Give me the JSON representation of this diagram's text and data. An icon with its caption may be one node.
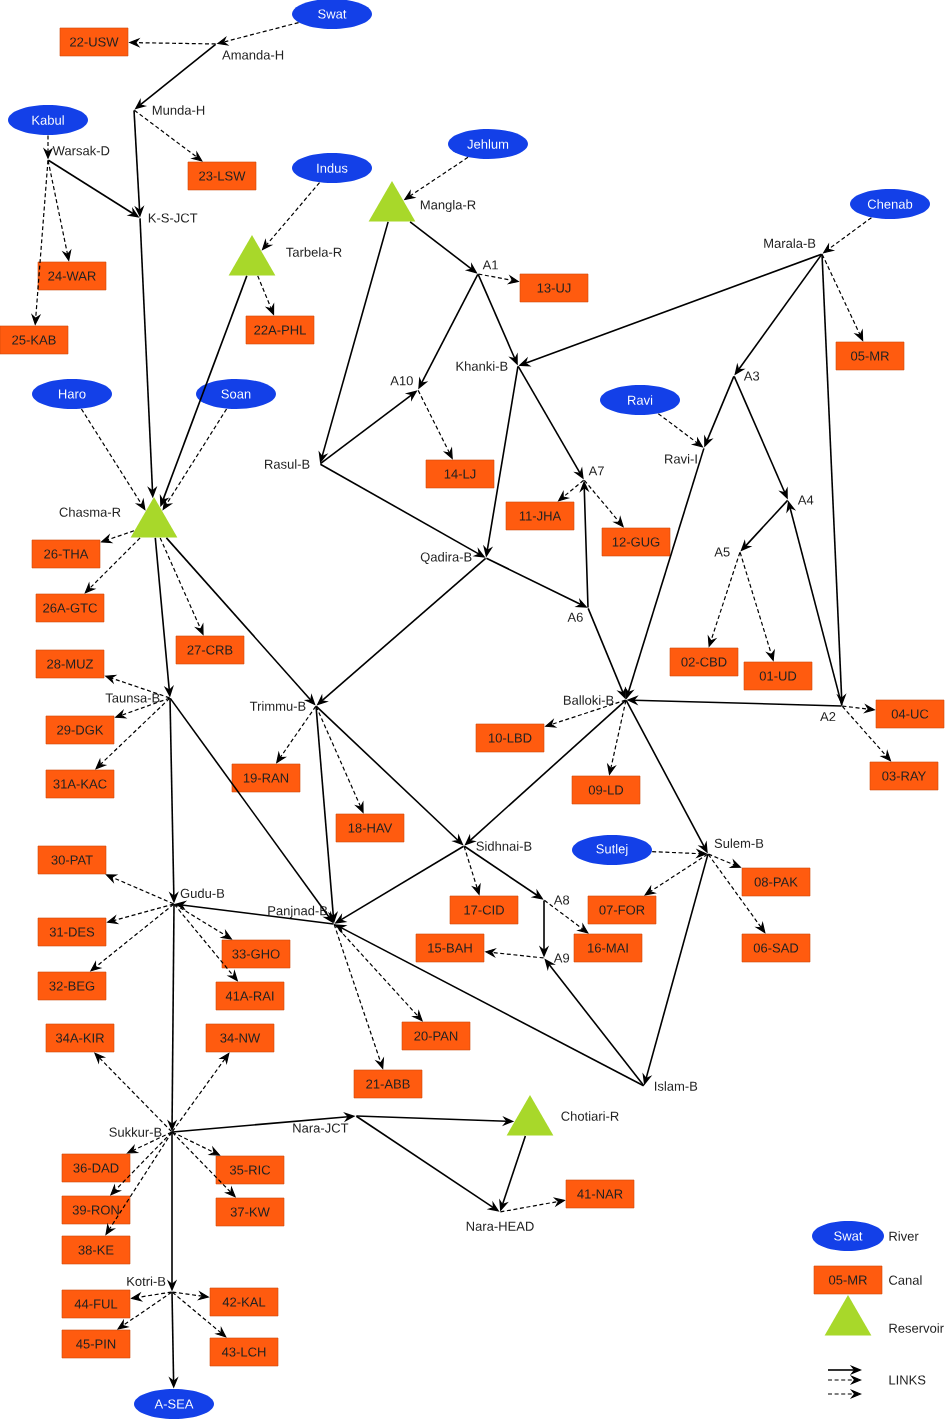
{
  "diagram": {
    "nodes": [
      {
        "text": [
          "Swat"
        ]
      },
      {
        "text": [
          "22-USW"
        ]
      },
      {
        "text": [
          "Amanda-H"
        ]
      },
      {
        "text": [
          "Munda-H"
        ]
      },
      {
        "text": [
          "Kabul"
        ]
      },
      {
        "text": [
          "Warsak-D"
        ]
      },
      {
        "text": [
          "23-LSW"
        ]
      },
      {
        "text": [
          "K-S-JCT"
        ]
      },
      {
        "text": [
          "24-WAR"
        ]
      },
      {
        "text": [
          "25-KAB"
        ]
      },
      {
        "text": [
          "Indus"
        ]
      },
      {
        "text": [
          "Tarbela-R"
        ]
      },
      {
        "text": [
          "22A-PHL"
        ]
      },
      {
        "text": [
          "Jehlum"
        ]
      },
      {
        "text": [
          "Mangla-R"
        ]
      },
      {
        "text": [
          "Chenab"
        ]
      },
      {
        "text": [
          "Marala-B"
        ]
      },
      {
        "text": [
          "A1"
        ]
      },
      {
        "text": [
          "13-UJ"
        ]
      },
      {
        "text": [
          "Khanki-B"
        ]
      },
      {
        "text": [
          "05-MR"
        ]
      },
      {
        "text": [
          "A10"
        ]
      },
      {
        "text": [
          "A3"
        ]
      },
      {
        "text": [
          "Haro"
        ]
      },
      {
        "text": [
          "Soan"
        ]
      },
      {
        "text": [
          "Ravi"
        ]
      },
      {
        "text": [
          "Ravi-I"
        ]
      },
      {
        "text": [
          "Rasul-B"
        ]
      },
      {
        "text": [
          "14-LJ"
        ]
      },
      {
        "text": [
          "A7"
        ]
      },
      {
        "text": [
          "11-JHA"
        ]
      },
      {
        "text": [
          "A4"
        ]
      },
      {
        "text": [
          "12-GUG"
        ]
      },
      {
        "text": [
          "Chasma-R"
        ]
      },
      {
        "text": [
          "A5"
        ]
      },
      {
        "text": [
          "26-THA"
        ]
      },
      {
        "text": [
          "Qadira-B"
        ]
      },
      {
        "text": [
          "26A-GTC"
        ]
      },
      {
        "text": [
          "A6"
        ]
      },
      {
        "text": [
          "27-CRB"
        ]
      },
      {
        "text": [
          "28-MUZ"
        ]
      },
      {
        "text": [
          "02-CBD"
        ]
      },
      {
        "text": [
          "01-UD"
        ]
      },
      {
        "text": [
          "Taunsa-B"
        ]
      },
      {
        "text": [
          "Trimmu-B"
        ]
      },
      {
        "text": [
          "Balloki-B"
        ]
      },
      {
        "text": [
          "A2"
        ]
      },
      {
        "text": [
          "04-UC"
        ]
      },
      {
        "text": [
          "29-DGK"
        ]
      },
      {
        "text": [
          "10-LBD"
        ]
      },
      {
        "text": [
          "03-RAY"
        ]
      },
      {
        "text": [
          "31A-KAC"
        ]
      },
      {
        "text": [
          "19-RAN"
        ]
      },
      {
        "text": [
          "09-LD"
        ]
      },
      {
        "text": [
          "18-HAV"
        ]
      },
      {
        "text": [
          "Sidhnai-B"
        ]
      },
      {
        "text": [
          "Sutlej"
        ]
      },
      {
        "text": [
          "Sulem-B"
        ]
      },
      {
        "text": [
          "30-PAT"
        ]
      },
      {
        "text": [
          "Gudu-B"
        ]
      },
      {
        "text": [
          "Panjnad-B"
        ]
      },
      {
        "text": [
          "A8"
        ]
      },
      {
        "text": [
          "08-PAK"
        ]
      },
      {
        "text": [
          "17-CID"
        ]
      },
      {
        "text": [
          "07-FOR"
        ]
      },
      {
        "text": [
          "31-DES"
        ]
      },
      {
        "text": [
          "33-GHO"
        ]
      },
      {
        "text": [
          "16-MAI"
        ]
      },
      {
        "text": [
          "15-BAH"
        ]
      },
      {
        "text": [
          "A9"
        ]
      },
      {
        "text": [
          "06-SAD"
        ]
      },
      {
        "text": [
          "32-BEG"
        ]
      },
      {
        "text": [
          "41A-RAI"
        ]
      },
      {
        "text": [
          "20-PAN"
        ]
      },
      {
        "text": [
          "34A-KIR"
        ]
      },
      {
        "text": [
          "34-NW"
        ]
      },
      {
        "text": [
          "21-ABB"
        ]
      },
      {
        "text": [
          "Islam-B"
        ]
      },
      {
        "text": [
          "Chotiari-R"
        ]
      },
      {
        "text": [
          "Nara-JCT"
        ]
      },
      {
        "text": [
          "Sukkur-B"
        ]
      },
      {
        "text": [
          "36-DAD"
        ]
      },
      {
        "text": [
          "35-RIC"
        ]
      },
      {
        "text": [
          "39-RON"
        ]
      },
      {
        "text": [
          "37-KW"
        ]
      },
      {
        "text": [
          "38-KE"
        ]
      },
      {
        "text": [
          "41-NAR"
        ]
      },
      {
        "text": [
          "Nara-HEAD"
        ]
      },
      {
        "text": [
          "Kotri-B"
        ]
      },
      {
        "text": [
          "42-KAL"
        ]
      },
      {
        "text": [
          "44-FUL"
        ]
      },
      {
        "text": [
          "45-PIN"
        ]
      },
      {
        "text": [
          "43-LCH"
        ]
      },
      {
        "text": [
          "A-SEA"
        ]
      }
    ],
    "edges": [
      {
        "from": 0,
        "to": 2,
        "arrow": "to",
        "style": "dashed"
      },
      {
        "from": 2,
        "to": 1,
        "arrow": "to",
        "style": "dashed"
      },
      {
        "from": 2,
        "to": 3,
        "arrow": "to"
      },
      {
        "from": 3,
        "to": 6,
        "arrow": "to",
        "style": "dashed"
      },
      {
        "from": 3,
        "to": 7,
        "arrow": "to"
      },
      {
        "from": 4,
        "to": 5,
        "arrow": "to",
        "style": "dashed"
      },
      {
        "from": 5,
        "to": 7,
        "arrow": "to"
      },
      {
        "from": 5,
        "to": 8,
        "arrow": "to",
        "style": "dashed"
      },
      {
        "from": 5,
        "to": 9,
        "arrow": "to",
        "style": "dashed"
      },
      {
        "from": 7,
        "to": 33,
        "arrow": "to"
      },
      {
        "from": 10,
        "to": 11,
        "arrow": "to",
        "style": "dashed"
      },
      {
        "from": 11,
        "to": 12,
        "arrow": "to",
        "style": "dashed"
      },
      {
        "from": 11,
        "to": 33,
        "arrow": "to"
      },
      {
        "from": 23,
        "to": 33,
        "arrow": "to",
        "style": "dashed"
      },
      {
        "from": 24,
        "to": 33,
        "arrow": "to",
        "style": "dashed"
      },
      {
        "from": 13,
        "to": 14,
        "arrow": "to",
        "style": "dashed"
      },
      {
        "from": 14,
        "to": 17,
        "arrow": "to"
      },
      {
        "from": 14,
        "to": 27,
        "arrow": "to"
      },
      {
        "from": 17,
        "to": 18,
        "arrow": "to",
        "style": "dashed"
      },
      {
        "from": 17,
        "to": 19,
        "arrow": "to"
      },
      {
        "from": 17,
        "to": 21,
        "arrow": "to"
      },
      {
        "from": 15,
        "to": 16,
        "arrow": "to",
        "style": "dashed"
      },
      {
        "from": 16,
        "to": 20,
        "arrow": "to",
        "style": "dashed"
      },
      {
        "from": 16,
        "to": 19,
        "arrow": "to"
      },
      {
        "from": 16,
        "to": 22,
        "arrow": "to"
      },
      {
        "from": 16,
        "to": 46,
        "arrow": "to"
      },
      {
        "from": 21,
        "to": 28,
        "arrow": "to",
        "style": "dashed"
      },
      {
        "from": 27,
        "to": 21,
        "arrow": "to"
      },
      {
        "from": 27,
        "to": 36,
        "arrow": "to"
      },
      {
        "from": 19,
        "to": 36,
        "arrow": "to"
      },
      {
        "from": 19,
        "to": 29,
        "arrow": "to"
      },
      {
        "from": 29,
        "to": 30,
        "arrow": "to",
        "style": "dashed"
      },
      {
        "from": 29,
        "to": 32,
        "arrow": "to",
        "style": "dashed"
      },
      {
        "from": 38,
        "to": 29,
        "arrow": "to"
      },
      {
        "from": 36,
        "to": 38,
        "arrow": "to"
      },
      {
        "from": 36,
        "to": 44,
        "arrow": "to"
      },
      {
        "from": 38,
        "to": 45,
        "arrow": "to"
      },
      {
        "from": 22,
        "to": 26,
        "arrow": "to"
      },
      {
        "from": 25,
        "to": 26,
        "arrow": "to",
        "style": "dashed"
      },
      {
        "from": 22,
        "to": 31,
        "arrow": "to"
      },
      {
        "from": 46,
        "to": 31,
        "arrow": "to"
      },
      {
        "from": 31,
        "to": 34,
        "arrow": "to"
      },
      {
        "from": 34,
        "to": 41,
        "arrow": "to",
        "style": "dashed"
      },
      {
        "from": 34,
        "to": 42,
        "arrow": "to",
        "style": "dashed"
      },
      {
        "from": 26,
        "to": 45,
        "arrow": "to"
      },
      {
        "from": 46,
        "to": 45,
        "arrow": "to"
      },
      {
        "from": 46,
        "to": 47,
        "arrow": "to",
        "style": "dashed"
      },
      {
        "from": 46,
        "to": 50,
        "arrow": "to",
        "style": "dashed"
      },
      {
        "from": 45,
        "to": 49,
        "arrow": "to",
        "style": "dashed"
      },
      {
        "from": 45,
        "to": 53,
        "arrow": "to",
        "style": "dashed"
      },
      {
        "from": 45,
        "to": 55,
        "arrow": "to"
      },
      {
        "from": 45,
        "to": 57,
        "arrow": "to"
      },
      {
        "from": 33,
        "to": 35,
        "arrow": "to",
        "style": "dashed"
      },
      {
        "from": 33,
        "to": 37,
        "arrow": "to",
        "style": "dashed"
      },
      {
        "from": 33,
        "to": 39,
        "arrow": "to",
        "style": "dashed"
      },
      {
        "from": 33,
        "to": 43,
        "arrow": "to"
      },
      {
        "from": 33,
        "to": 44,
        "arrow": "to"
      },
      {
        "from": 43,
        "to": 40,
        "arrow": "to",
        "style": "dashed"
      },
      {
        "from": 43,
        "to": 48,
        "arrow": "to",
        "style": "dashed"
      },
      {
        "from": 43,
        "to": 51,
        "arrow": "to",
        "style": "dashed"
      },
      {
        "from": 43,
        "to": 59,
        "arrow": "to"
      },
      {
        "from": 43,
        "to": 60,
        "arrow": "to"
      },
      {
        "from": 44,
        "to": 52,
        "arrow": "to",
        "style": "dashed"
      },
      {
        "from": 44,
        "to": 54,
        "arrow": "to",
        "style": "dashed"
      },
      {
        "from": 44,
        "to": 60,
        "arrow": "to"
      },
      {
        "from": 44,
        "to": 55,
        "arrow": "to"
      },
      {
        "from": 55,
        "to": 63,
        "arrow": "to",
        "style": "dashed"
      },
      {
        "from": 55,
        "to": 61,
        "arrow": "to"
      },
      {
        "from": 55,
        "to": 60,
        "arrow": "to"
      },
      {
        "from": 61,
        "to": 67,
        "arrow": "to",
        "style": "dashed"
      },
      {
        "from": 61,
        "to": 69,
        "arrow": "to"
      },
      {
        "from": 69,
        "to": 68,
        "arrow": "to",
        "style": "dashed"
      },
      {
        "from": 77,
        "to": 69,
        "arrow": "to"
      },
      {
        "from": 56,
        "to": 57,
        "arrow": "to",
        "style": "dashed"
      },
      {
        "from": 57,
        "to": 62,
        "arrow": "to",
        "style": "dashed"
      },
      {
        "from": 57,
        "to": 64,
        "arrow": "to",
        "style": "dashed"
      },
      {
        "from": 57,
        "to": 70,
        "arrow": "to",
        "style": "dashed"
      },
      {
        "from": 57,
        "to": 77,
        "arrow": "to"
      },
      {
        "from": 77,
        "to": 60,
        "arrow": "to"
      },
      {
        "from": 60,
        "to": 59,
        "arrow": "to"
      },
      {
        "from": 60,
        "to": 73,
        "arrow": "to",
        "style": "dashed"
      },
      {
        "from": 60,
        "to": 76,
        "arrow": "to",
        "style": "dashed"
      },
      {
        "from": 59,
        "to": 58,
        "arrow": "to",
        "style": "dashed"
      },
      {
        "from": 59,
        "to": 65,
        "arrow": "to",
        "style": "dashed"
      },
      {
        "from": 59,
        "to": 71,
        "arrow": "to",
        "style": "dashed"
      },
      {
        "from": 59,
        "to": 66,
        "arrow": "to",
        "style": "dashed"
      },
      {
        "from": 59,
        "to": 72,
        "arrow": "to",
        "style": "dashed"
      },
      {
        "from": 59,
        "to": 80,
        "arrow": "to"
      },
      {
        "from": 80,
        "to": 74,
        "arrow": "to",
        "style": "dashed"
      },
      {
        "from": 80,
        "to": 75,
        "arrow": "to",
        "style": "dashed"
      },
      {
        "from": 80,
        "to": 79,
        "arrow": "to"
      },
      {
        "from": 80,
        "to": 81,
        "arrow": "to",
        "style": "dashed"
      },
      {
        "from": 80,
        "to": 83,
        "arrow": "to",
        "style": "dashed"
      },
      {
        "from": 80,
        "to": 85,
        "arrow": "to",
        "style": "dashed"
      },
      {
        "from": 80,
        "to": 82,
        "arrow": "to",
        "style": "dashed"
      },
      {
        "from": 80,
        "to": 84,
        "arrow": "to",
        "style": "dashed"
      },
      {
        "from": 80,
        "to": 88,
        "arrow": "to"
      },
      {
        "from": 79,
        "to": 78,
        "arrow": "to"
      },
      {
        "from": 79,
        "to": 87,
        "arrow": "to"
      },
      {
        "from": 78,
        "to": 87,
        "arrow": "to"
      },
      {
        "from": 87,
        "to": 86,
        "arrow": "to",
        "style": "dashed"
      },
      {
        "from": 88,
        "to": 89,
        "arrow": "to",
        "style": "dashed"
      },
      {
        "from": 88,
        "to": 90,
        "arrow": "to",
        "style": "dashed"
      },
      {
        "from": 88,
        "to": 91,
        "arrow": "to",
        "style": "dashed"
      },
      {
        "from": 88,
        "to": 92,
        "arrow": "to",
        "style": "dashed"
      },
      {
        "from": 88,
        "to": 93,
        "arrow": "to"
      }
    ],
    "labels": [
      "Swat",
      "05-MR"
    ],
    "legend": [
      {
        "text": "River"
      },
      {
        "text": "Canal"
      },
      {
        "text": "Reservoir"
      },
      {
        "text": "LINKS"
      }
    ]
  }
}
